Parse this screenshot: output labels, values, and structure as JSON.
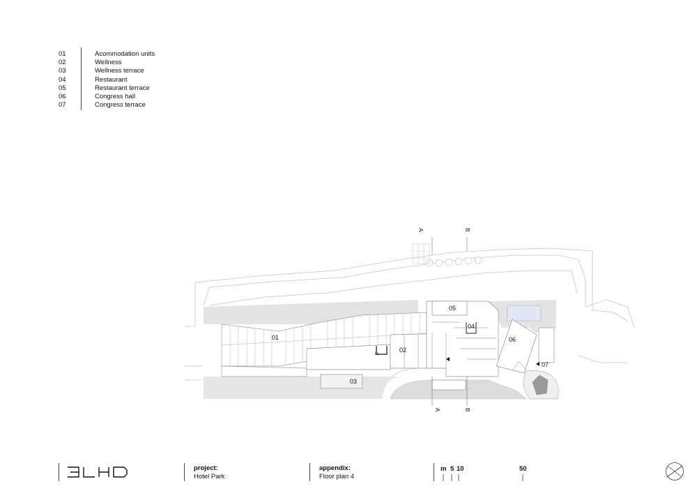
{
  "legend": {
    "items": [
      {
        "num": "01",
        "label": "Acommodation units"
      },
      {
        "num": "02",
        "label": "Wellness"
      },
      {
        "num": "03",
        "label": "Wellness terrace"
      },
      {
        "num": "04",
        "label": "Restaurant"
      },
      {
        "num": "05",
        "label": "Restaurant terrace"
      },
      {
        "num": "06",
        "label": "Congress hall"
      },
      {
        "num": "07",
        "label": "Congress terrace"
      }
    ]
  },
  "plan": {
    "zone_labels": {
      "z01": "01",
      "z02": "02",
      "z03": "03",
      "z04": "04",
      "z05": "05",
      "z06": "06",
      "z07": "07"
    },
    "section_markers": {
      "a": "A",
      "b": "B"
    },
    "lift_label": "L1"
  },
  "footer": {
    "logo_text": "3LHD",
    "project_label": "project:",
    "project_value": "Hotel Park",
    "appendix_label": "appendix:",
    "appendix_value": "Floor plan 4",
    "scale_unit": "m",
    "scale_ticks": [
      "5",
      "10",
      "50"
    ]
  },
  "colors": {
    "ink": "#111111",
    "line": "#b5b5b5",
    "fill": "#e3e3e3",
    "pool": "#dfe8f4"
  }
}
